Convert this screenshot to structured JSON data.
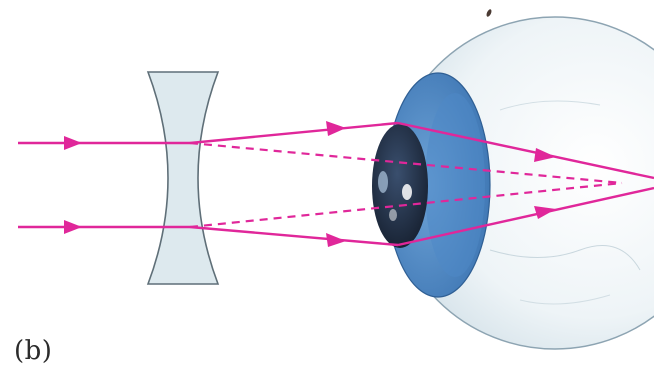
{
  "figure": {
    "panel_label": "(b)"
  },
  "elements": {
    "lens": {
      "kind": "concave-lens",
      "fill": "#d9e7ec",
      "stroke": "#5f6f78"
    },
    "eye": {
      "kind": "eyeball",
      "sclera": "#eaf2f5",
      "iris": "#4d86c4",
      "pupil": "#1f2f48"
    },
    "rays": {
      "color": "#e0279a",
      "count": 2,
      "extensions": "dashed"
    }
  }
}
